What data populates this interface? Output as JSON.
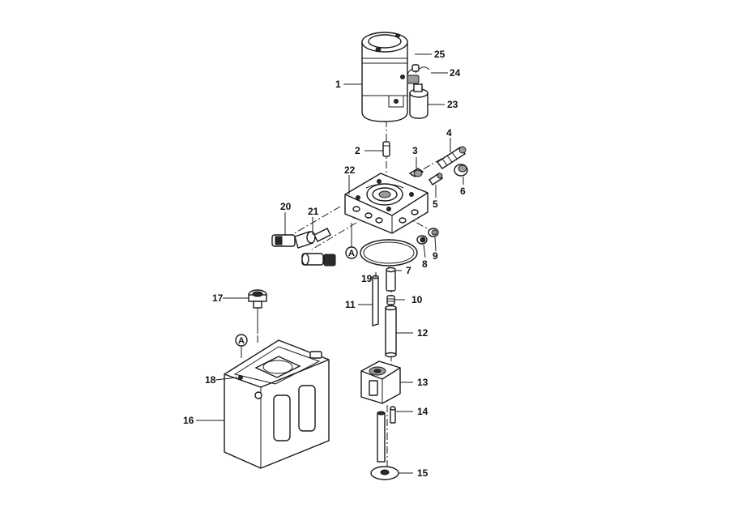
{
  "diagram": {
    "callouts": [
      {
        "id": "c1",
        "text": "1"
      },
      {
        "id": "c2",
        "text": "2"
      },
      {
        "id": "c3",
        "text": "3"
      },
      {
        "id": "c4",
        "text": "4"
      },
      {
        "id": "c5",
        "text": "5"
      },
      {
        "id": "c6",
        "text": "6"
      },
      {
        "id": "c7",
        "text": "7"
      },
      {
        "id": "c8",
        "text": "8"
      },
      {
        "id": "c9",
        "text": "9"
      },
      {
        "id": "c10",
        "text": "10"
      },
      {
        "id": "c11",
        "text": "11"
      },
      {
        "id": "c12",
        "text": "12"
      },
      {
        "id": "c13",
        "text": "13"
      },
      {
        "id": "c14",
        "text": "14"
      },
      {
        "id": "c15",
        "text": "15"
      },
      {
        "id": "c16",
        "text": "16"
      },
      {
        "id": "c17",
        "text": "17"
      },
      {
        "id": "c18",
        "text": "18"
      },
      {
        "id": "c19",
        "text": "19"
      },
      {
        "id": "c20",
        "text": "20"
      },
      {
        "id": "c21",
        "text": "21"
      },
      {
        "id": "c22",
        "text": "22"
      },
      {
        "id": "c23",
        "text": "23"
      },
      {
        "id": "c24",
        "text": "24"
      },
      {
        "id": "c25",
        "text": "25"
      }
    ],
    "reference_marks": [
      {
        "id": "a_block",
        "text": "A"
      },
      {
        "id": "a_tank",
        "text": "A"
      }
    ]
  }
}
